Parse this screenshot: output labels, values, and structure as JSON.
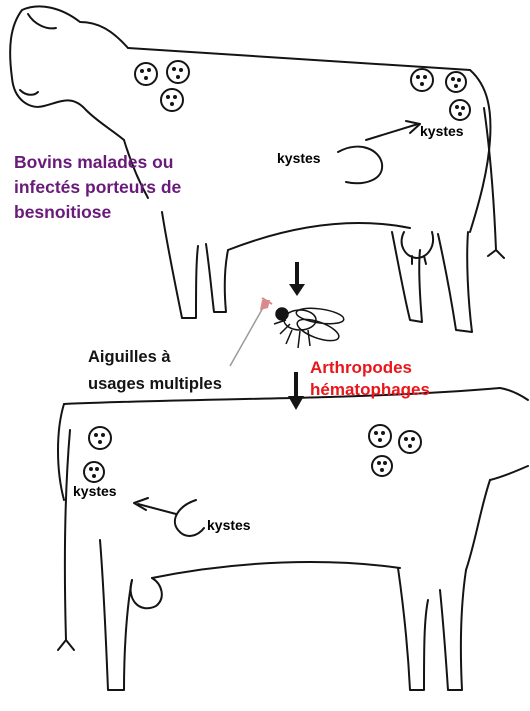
{
  "colors": {
    "outline": "#141414",
    "purple": "#6a1a7a",
    "red": "#e8171b",
    "dark": "#141414",
    "needle": "#d98a8a"
  },
  "labels": {
    "infected_cattle": [
      "Bovins malades ou",
      "infectés porteurs de",
      "besnoitiose"
    ],
    "needles": [
      "Aiguilles à",
      "usages multiples"
    ],
    "arthropods": [
      "Arthropodes",
      "hématophages"
    ],
    "cyst_1": "kystes",
    "cyst_2": "kystes",
    "cyst_3": "kystes",
    "cyst_4": "kystes"
  },
  "icons": [
    "cow-outline",
    "cyst-cluster",
    "fly-icon",
    "needle-icon",
    "transmission-arrow"
  ]
}
